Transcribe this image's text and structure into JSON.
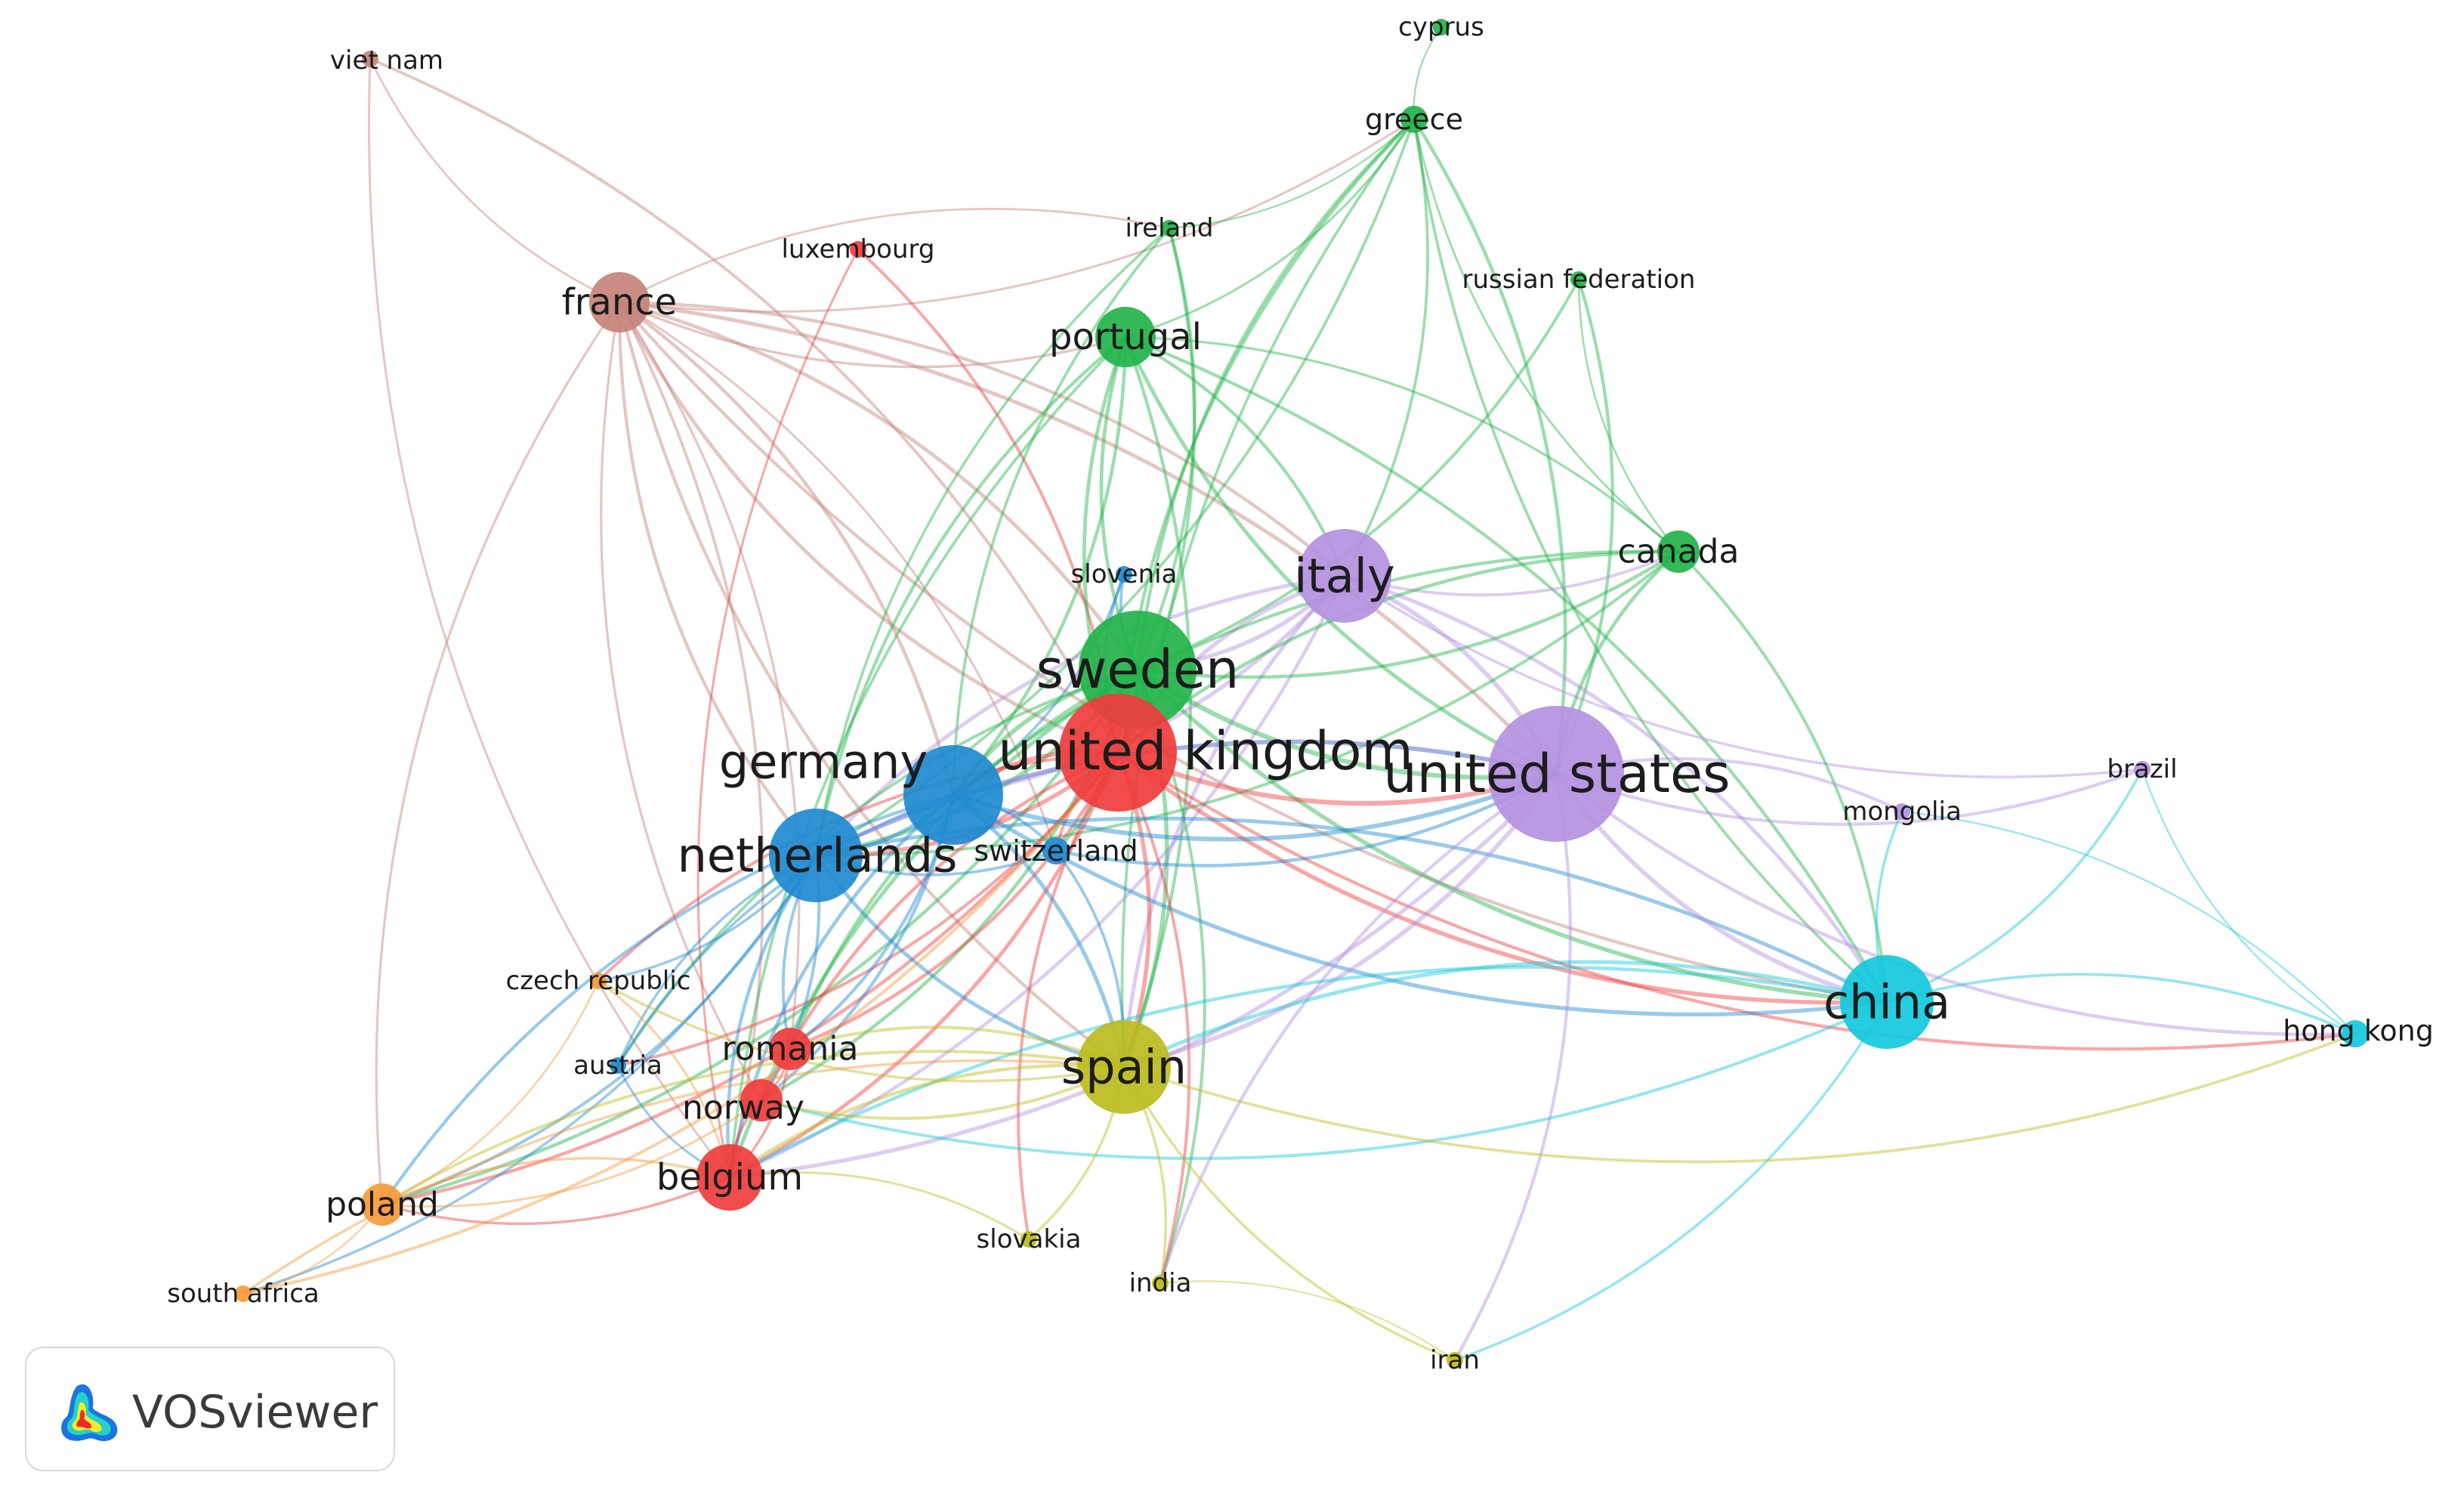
{
  "network": {
    "clusters": {
      "red": "#f03c3c",
      "green": "#23b34a",
      "blue": "#1f8ad0",
      "yellow": "#bcbc1e",
      "purple": "#b491e0",
      "cyan": "#14c8dc",
      "orange": "#f59a3a",
      "brown": "#c4837a"
    },
    "nodes": [
      {
        "id": "viet_nam",
        "label": "viet nam",
        "cluster": "brown",
        "weight": 1
      },
      {
        "id": "france",
        "label": "france",
        "cluster": "brown",
        "weight": 4
      },
      {
        "id": "luxembourg",
        "label": "luxembourg",
        "cluster": "red",
        "weight": 1
      },
      {
        "id": "cyprus",
        "label": "cyprus",
        "cluster": "green",
        "weight": 1
      },
      {
        "id": "greece",
        "label": "greece",
        "cluster": "green",
        "weight": 2
      },
      {
        "id": "ireland",
        "label": "ireland",
        "cluster": "green",
        "weight": 1
      },
      {
        "id": "russian_federation",
        "label": "russian federation",
        "cluster": "green",
        "weight": 1
      },
      {
        "id": "portugal",
        "label": "portugal",
        "cluster": "green",
        "weight": 4
      },
      {
        "id": "slovenia",
        "label": "slovenia",
        "cluster": "blue",
        "weight": 1
      },
      {
        "id": "italy",
        "label": "italy",
        "cluster": "purple",
        "weight": 7
      },
      {
        "id": "canada",
        "label": "canada",
        "cluster": "green",
        "weight": 3
      },
      {
        "id": "sweden",
        "label": "sweden",
        "cluster": "green",
        "weight": 9
      },
      {
        "id": "united_kingdom",
        "label": "united kingdom",
        "cluster": "red",
        "weight": 9
      },
      {
        "id": "germany",
        "label": "germany",
        "cluster": "blue",
        "weight": 8
      },
      {
        "id": "united_states",
        "label": "united states",
        "cluster": "purple",
        "weight": 10
      },
      {
        "id": "brazil",
        "label": "brazil",
        "cluster": "purple",
        "weight": 1
      },
      {
        "id": "mongolia",
        "label": "mongolia",
        "cluster": "purple",
        "weight": 1
      },
      {
        "id": "netherlands",
        "label": "netherlands",
        "cluster": "blue",
        "weight": 7
      },
      {
        "id": "switzerland",
        "label": "switzerland",
        "cluster": "blue",
        "weight": 2
      },
      {
        "id": "czech_republic",
        "label": "czech republic",
        "cluster": "orange",
        "weight": 1
      },
      {
        "id": "china",
        "label": "china",
        "cluster": "cyan",
        "weight": 7
      },
      {
        "id": "hong_kong",
        "label": "hong kong",
        "cluster": "cyan",
        "weight": 2
      },
      {
        "id": "romania",
        "label": "romania",
        "cluster": "red",
        "weight": 3
      },
      {
        "id": "austria",
        "label": "austria",
        "cluster": "blue",
        "weight": 1
      },
      {
        "id": "spain",
        "label": "spain",
        "cluster": "yellow",
        "weight": 7
      },
      {
        "id": "norway",
        "label": "norway",
        "cluster": "red",
        "weight": 3
      },
      {
        "id": "belgium",
        "label": "belgium",
        "cluster": "red",
        "weight": 5
      },
      {
        "id": "poland",
        "label": "poland",
        "cluster": "orange",
        "weight": 3
      },
      {
        "id": "south_africa",
        "label": "south africa",
        "cluster": "orange",
        "weight": 1
      },
      {
        "id": "slovakia",
        "label": "slovakia",
        "cluster": "yellow",
        "weight": 1
      },
      {
        "id": "india",
        "label": "india",
        "cluster": "yellow",
        "weight": 1
      },
      {
        "id": "iran",
        "label": "iran",
        "cluster": "yellow",
        "weight": 1
      }
    ],
    "edges": [
      [
        "france",
        "viet_nam"
      ],
      [
        "viet_nam",
        "belgium"
      ],
      [
        "viet_nam",
        "united_kingdom"
      ],
      [
        "france",
        "greece"
      ],
      [
        "france",
        "ireland"
      ],
      [
        "france",
        "portugal"
      ],
      [
        "france",
        "sweden"
      ],
      [
        "france",
        "united_kingdom"
      ],
      [
        "france",
        "germany"
      ],
      [
        "france",
        "netherlands"
      ],
      [
        "france",
        "italy"
      ],
      [
        "france",
        "spain"
      ],
      [
        "france",
        "belgium"
      ],
      [
        "france",
        "norway"
      ],
      [
        "france",
        "romania"
      ],
      [
        "france",
        "poland"
      ],
      [
        "france",
        "united_states"
      ],
      [
        "france",
        "china"
      ],
      [
        "france",
        "switzerland"
      ],
      [
        "luxembourg",
        "belgium"
      ],
      [
        "luxembourg",
        "united_kingdom"
      ],
      [
        "cyprus",
        "greece"
      ],
      [
        "greece",
        "portugal"
      ],
      [
        "greece",
        "sweden"
      ],
      [
        "greece",
        "italy"
      ],
      [
        "greece",
        "canada"
      ],
      [
        "greece",
        "united_states"
      ],
      [
        "greece",
        "spain"
      ],
      [
        "greece",
        "netherlands"
      ],
      [
        "greece",
        "china"
      ],
      [
        "greece",
        "ireland"
      ],
      [
        "greece",
        "united_kingdom"
      ],
      [
        "ireland",
        "sweden"
      ],
      [
        "ireland",
        "netherlands"
      ],
      [
        "ireland",
        "united_kingdom"
      ],
      [
        "ireland",
        "germany"
      ],
      [
        "russian_federation",
        "sweden"
      ],
      [
        "russian_federation",
        "canada"
      ],
      [
        "russian_federation",
        "united_states"
      ],
      [
        "portugal",
        "sweden"
      ],
      [
        "portugal",
        "spain"
      ],
      [
        "portugal",
        "united_kingdom"
      ],
      [
        "portugal",
        "germany"
      ],
      [
        "portugal",
        "netherlands"
      ],
      [
        "portugal",
        "italy"
      ],
      [
        "portugal",
        "united_states"
      ],
      [
        "portugal",
        "canada"
      ],
      [
        "portugal",
        "belgium"
      ],
      [
        "portugal",
        "china"
      ],
      [
        "slovenia",
        "sweden"
      ],
      [
        "slovenia",
        "germany"
      ],
      [
        "slovenia",
        "united_kingdom"
      ],
      [
        "italy",
        "sweden"
      ],
      [
        "italy",
        "united_kingdom"
      ],
      [
        "italy",
        "germany"
      ],
      [
        "italy",
        "netherlands"
      ],
      [
        "italy",
        "united_states"
      ],
      [
        "italy",
        "spain"
      ],
      [
        "italy",
        "china"
      ],
      [
        "italy",
        "canada"
      ],
      [
        "italy",
        "belgium"
      ],
      [
        "italy",
        "brazil"
      ],
      [
        "canada",
        "sweden"
      ],
      [
        "canada",
        "united_states"
      ],
      [
        "canada",
        "china"
      ],
      [
        "canada",
        "united_kingdom"
      ],
      [
        "canada",
        "netherlands"
      ],
      [
        "canada",
        "germany"
      ],
      [
        "sweden",
        "united_kingdom"
      ],
      [
        "sweden",
        "germany"
      ],
      [
        "sweden",
        "netherlands"
      ],
      [
        "sweden",
        "united_states"
      ],
      [
        "sweden",
        "spain"
      ],
      [
        "sweden",
        "china"
      ],
      [
        "sweden",
        "switzerland"
      ],
      [
        "sweden",
        "belgium"
      ],
      [
        "sweden",
        "norway"
      ],
      [
        "sweden",
        "romania"
      ],
      [
        "sweden",
        "poland"
      ],
      [
        "sweden",
        "austria"
      ],
      [
        "sweden",
        "india"
      ],
      [
        "united_kingdom",
        "germany"
      ],
      [
        "united_kingdom",
        "netherlands"
      ],
      [
        "united_kingdom",
        "united_states"
      ],
      [
        "united_kingdom",
        "spain"
      ],
      [
        "united_kingdom",
        "china"
      ],
      [
        "united_kingdom",
        "belgium"
      ],
      [
        "united_kingdom",
        "norway"
      ],
      [
        "united_kingdom",
        "romania"
      ],
      [
        "united_kingdom",
        "switzerland"
      ],
      [
        "united_kingdom",
        "poland"
      ],
      [
        "united_kingdom",
        "czech_republic"
      ],
      [
        "united_kingdom",
        "austria"
      ],
      [
        "united_kingdom",
        "hong_kong"
      ],
      [
        "united_kingdom",
        "india"
      ],
      [
        "united_kingdom",
        "slovakia"
      ],
      [
        "germany",
        "netherlands"
      ],
      [
        "germany",
        "united_states"
      ],
      [
        "germany",
        "spain"
      ],
      [
        "germany",
        "china"
      ],
      [
        "germany",
        "switzerland"
      ],
      [
        "germany",
        "belgium"
      ],
      [
        "germany",
        "norway"
      ],
      [
        "germany",
        "austria"
      ],
      [
        "germany",
        "romania"
      ],
      [
        "germany",
        "poland"
      ],
      [
        "netherlands",
        "united_states"
      ],
      [
        "netherlands",
        "spain"
      ],
      [
        "netherlands",
        "china"
      ],
      [
        "netherlands",
        "belgium"
      ],
      [
        "netherlands",
        "norway"
      ],
      [
        "netherlands",
        "romania"
      ],
      [
        "netherlands",
        "poland"
      ],
      [
        "netherlands",
        "austria"
      ],
      [
        "netherlands",
        "czech_republic"
      ],
      [
        "netherlands",
        "switzerland"
      ],
      [
        "netherlands",
        "south_africa"
      ],
      [
        "united_states",
        "china"
      ],
      [
        "united_states",
        "spain"
      ],
      [
        "united_states",
        "brazil"
      ],
      [
        "united_states",
        "mongolia"
      ],
      [
        "united_states",
        "hong_kong"
      ],
      [
        "united_states",
        "belgium"
      ],
      [
        "united_states",
        "netherlands"
      ],
      [
        "united_states",
        "iran"
      ],
      [
        "united_states",
        "india"
      ],
      [
        "china",
        "hong_kong"
      ],
      [
        "china",
        "spain"
      ],
      [
        "china",
        "iran"
      ],
      [
        "china",
        "brazil"
      ],
      [
        "china",
        "mongolia"
      ],
      [
        "china",
        "belgium"
      ],
      [
        "china",
        "norway"
      ],
      [
        "spain",
        "belgium"
      ],
      [
        "spain",
        "norway"
      ],
      [
        "spain",
        "romania"
      ],
      [
        "spain",
        "india"
      ],
      [
        "spain",
        "iran"
      ],
      [
        "spain",
        "slovakia"
      ],
      [
        "spain",
        "poland"
      ],
      [
        "spain",
        "czech_republic"
      ],
      [
        "spain",
        "hong_kong"
      ],
      [
        "belgium",
        "norway"
      ],
      [
        "belgium",
        "romania"
      ],
      [
        "belgium",
        "poland"
      ],
      [
        "norway",
        "romania"
      ],
      [
        "poland",
        "south_africa"
      ],
      [
        "poland",
        "czech_republic"
      ],
      [
        "poland",
        "belgium"
      ],
      [
        "poland",
        "norway"
      ],
      [
        "south_africa",
        "spain"
      ],
      [
        "south_africa",
        "united_kingdom"
      ],
      [
        "czech_republic",
        "belgium"
      ],
      [
        "austria",
        "belgium"
      ],
      [
        "india",
        "iran"
      ],
      [
        "slovakia",
        "belgium"
      ],
      [
        "switzerland",
        "spain"
      ],
      [
        "switzerland",
        "united_states"
      ],
      [
        "hong_kong",
        "brazil"
      ],
      [
        "hong_kong",
        "mongolia"
      ]
    ]
  },
  "logo": {
    "text": "VOSviewer",
    "icon": "vosviewer-heatmap-icon"
  }
}
